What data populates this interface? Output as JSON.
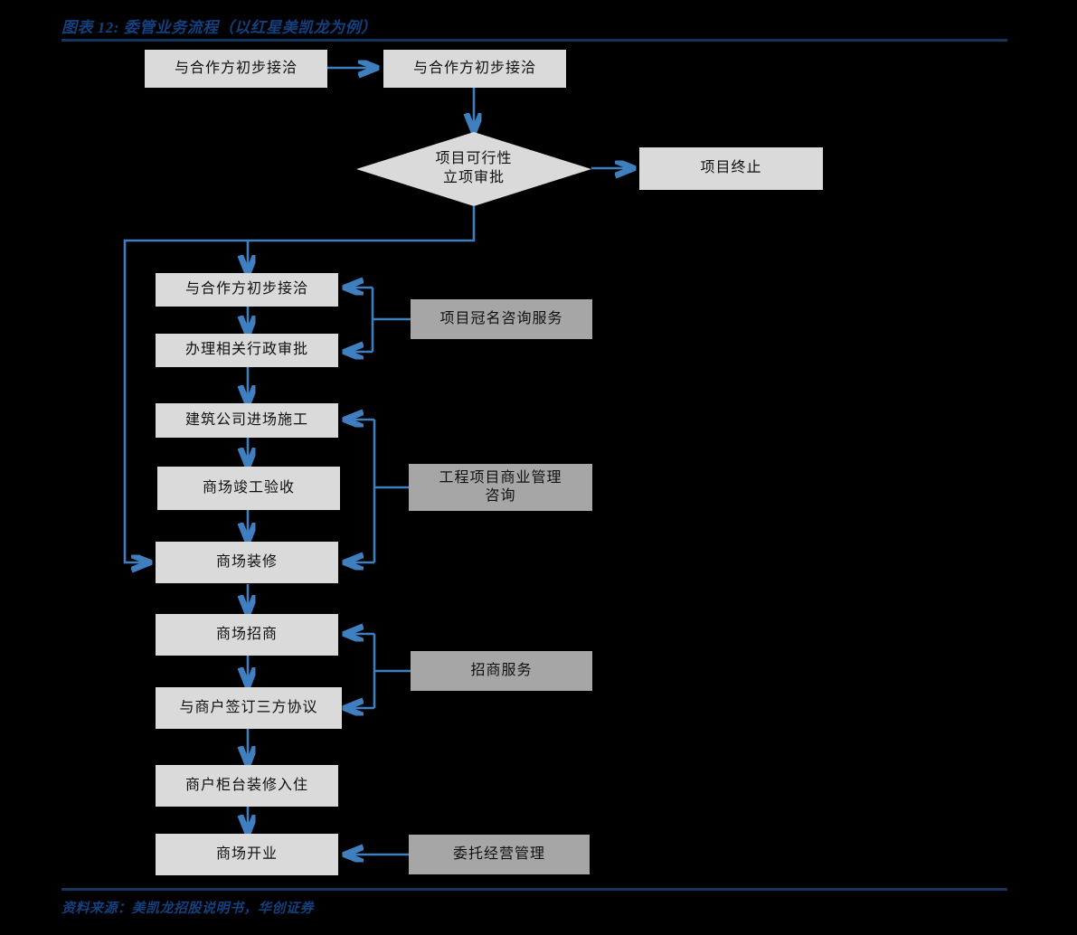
{
  "header": {
    "title": "图表 12: 委管业务流程（以红星美凯龙为例）",
    "title_color": "#14407f",
    "rule_color": "#15355e"
  },
  "footer": {
    "source": "资料来源：美凯龙招股说明书，华创证券"
  },
  "palette": {
    "process_fill": "#dadada",
    "service_fill": "#a6a6a6",
    "connector": "#3f7fbf",
    "background": "#000000",
    "text": "#101010"
  },
  "nodes": {
    "start_left": {
      "label": "与合作方初步接洽",
      "type": "process"
    },
    "start_right": {
      "label": "与合作方初步接洽",
      "type": "process"
    },
    "decision": {
      "label_line1": "项目可行性",
      "label_line2": "立项审批",
      "type": "decision"
    },
    "terminate": {
      "label": "项目终止",
      "type": "process"
    },
    "step1": {
      "label": "与合作方初步接洽",
      "type": "process"
    },
    "step2": {
      "label": "办理相关行政审批",
      "type": "process"
    },
    "step3": {
      "label": "建筑公司进场施工",
      "type": "process"
    },
    "step4": {
      "label": "商场竣工验收",
      "type": "process"
    },
    "step5": {
      "label": "商场装修",
      "type": "process"
    },
    "step6": {
      "label": "商场招商",
      "type": "process"
    },
    "step7": {
      "label": "与商户签订三方协议",
      "type": "process"
    },
    "step8": {
      "label": "商户柜台装修入住",
      "type": "process"
    },
    "step9": {
      "label": "商场开业",
      "type": "process"
    },
    "service1": {
      "label": "项目冠名咨询服务",
      "type": "service"
    },
    "service2": {
      "label_line1": "工程项目商业管理",
      "label_line2": "咨询",
      "type": "service"
    },
    "service3": {
      "label": "招商服务",
      "type": "service"
    },
    "service4": {
      "label": "委托经营管理",
      "type": "service"
    }
  },
  "chart_data": {
    "type": "diagram",
    "title": "图表 12: 委管业务流程（以红星美凯龙为例）",
    "flow_sequence": [
      "与合作方初步接洽",
      "与合作方初步接洽",
      "项目可行性立项审批",
      "与合作方初步接洽",
      "办理相关行政审批",
      "建筑公司进场施工",
      "商场竣工验收",
      "商场装修",
      "商场招商",
      "与商户签订三方协议",
      "商户柜台装修入住",
      "商场开业"
    ],
    "branches": [
      {
        "from": "项目可行性立项审批",
        "to": "项目终止"
      }
    ],
    "service_annotations": [
      {
        "label": "项目冠名咨询服务",
        "targets": [
          "与合作方初步接洽",
          "办理相关行政审批"
        ]
      },
      {
        "label": "工程项目商业管理咨询",
        "targets": [
          "建筑公司进场施工",
          "商场装修"
        ]
      },
      {
        "label": "招商服务",
        "targets": [
          "商场招商",
          "与商户签订三方协议"
        ]
      },
      {
        "label": "委托经营管理",
        "targets": [
          "商场开业"
        ]
      }
    ]
  }
}
